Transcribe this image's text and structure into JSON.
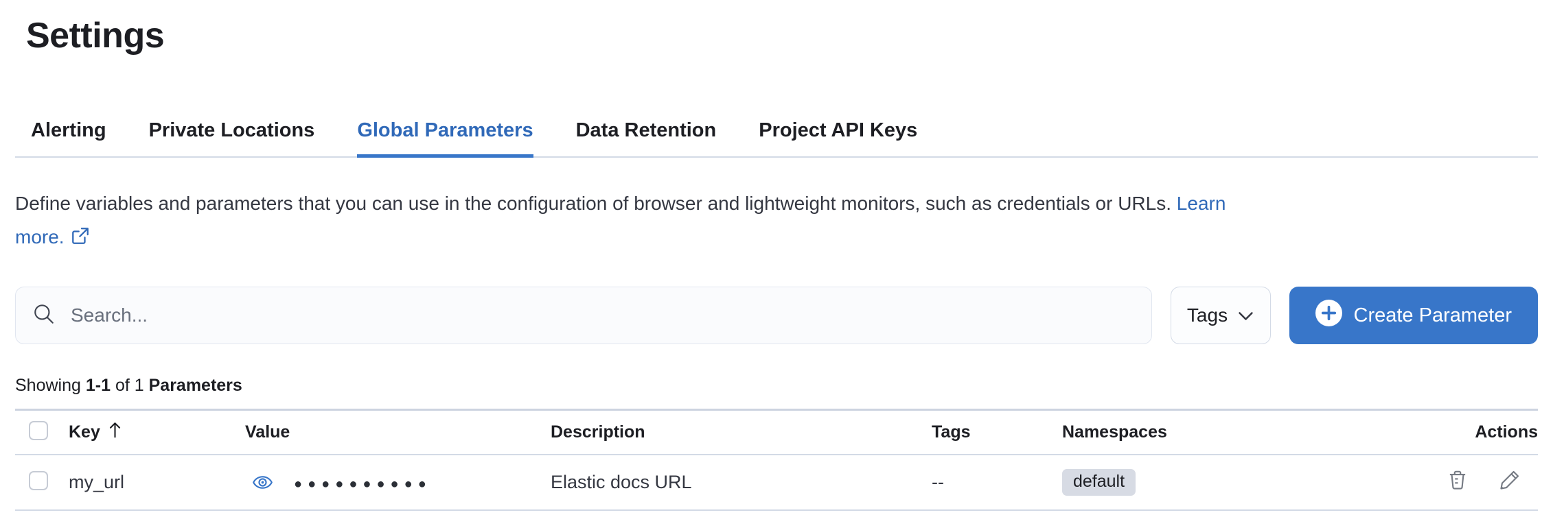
{
  "page": {
    "title": "Settings"
  },
  "tabs": [
    {
      "label": "Alerting",
      "active": false
    },
    {
      "label": "Private Locations",
      "active": false
    },
    {
      "label": "Global Parameters",
      "active": true
    },
    {
      "label": "Data Retention",
      "active": false
    },
    {
      "label": "Project API Keys",
      "active": false
    }
  ],
  "description": {
    "text": "Define variables and parameters that you can use in the configuration of browser and lightweight monitors, such as credentials or URLs.",
    "link_part1": "Learn",
    "link_part2": "more."
  },
  "toolbar": {
    "search_placeholder": "Search...",
    "tags_filter_label": "Tags",
    "create_button_label": "Create Parameter"
  },
  "summary": {
    "prefix": "Showing",
    "range": "1-1",
    "middle": "of 1",
    "entity": "Parameters"
  },
  "table": {
    "columns": {
      "key": "Key",
      "value": "Value",
      "description": "Description",
      "tags": "Tags",
      "namespaces": "Namespaces",
      "actions": "Actions"
    },
    "sort": {
      "column": "Key",
      "direction": "ascending"
    },
    "rows": [
      {
        "key": "my_url",
        "value_masked": "●●●●●●●●●●",
        "description": "Elastic docs URL",
        "tags": "--",
        "namespace": "default"
      }
    ]
  },
  "icons": {
    "search": "magnifier-icon",
    "tags_dropdown": "chevron-down-icon",
    "create": "plus-in-circle-icon",
    "learn_more": "external-link-icon",
    "value_reveal": "eye-icon",
    "sort_key": "arrow-up-icon",
    "row_delete": "trash-icon",
    "row_edit": "pencil-icon"
  },
  "colors": {
    "primary": "#3876C9",
    "active_tab_text": "#3069B8",
    "title_text": "#1D1E23",
    "body_text": "#343741",
    "subdued_icon": "#757A83",
    "badge_bg": "#D7DBE4",
    "divider": "#D3DAE6",
    "search_bg": "#FAFBFD"
  }
}
